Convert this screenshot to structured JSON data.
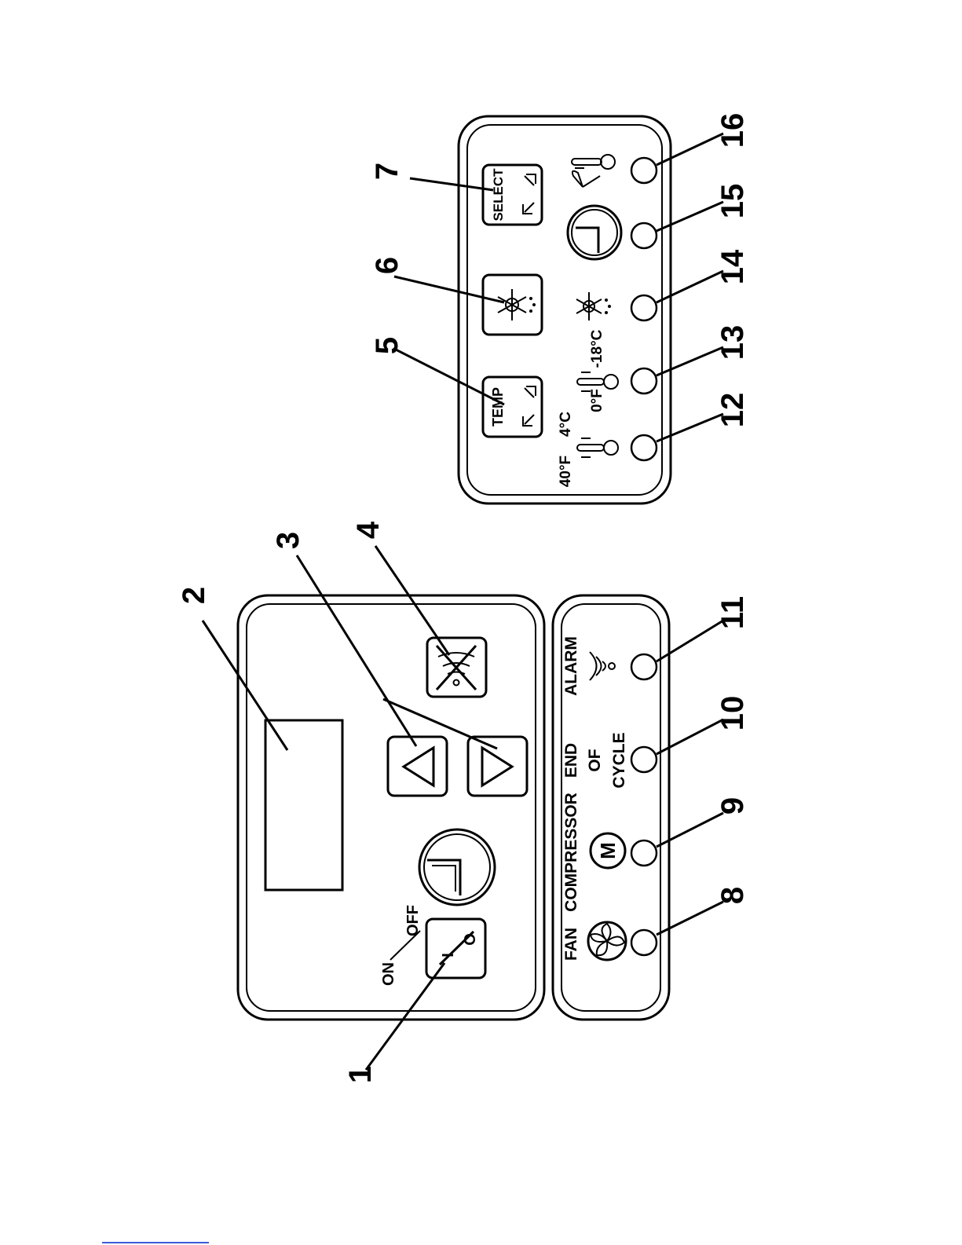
{
  "callouts": [
    "1",
    "2",
    "3",
    "4",
    "5",
    "6",
    "7",
    "8",
    "9",
    "10",
    "11",
    "12",
    "13",
    "14",
    "15",
    "16"
  ],
  "labels": {
    "on": "ON",
    "off": "OFF",
    "switch_on_glyph": "I",
    "switch_off_glyph": "O",
    "fan": "FAN",
    "compressor": "COMPRESSOR",
    "compressor_motor": "M",
    "end": "END",
    "of": "OF",
    "cycle": "CYCLE",
    "alarm": "ALARM",
    "temp_button": "TEMP",
    "select_button": "SELECT",
    "fresh_f": "40°F",
    "fresh_c": "4°C",
    "frozen_f": "0°F",
    "frozen_c": "-18°C"
  }
}
